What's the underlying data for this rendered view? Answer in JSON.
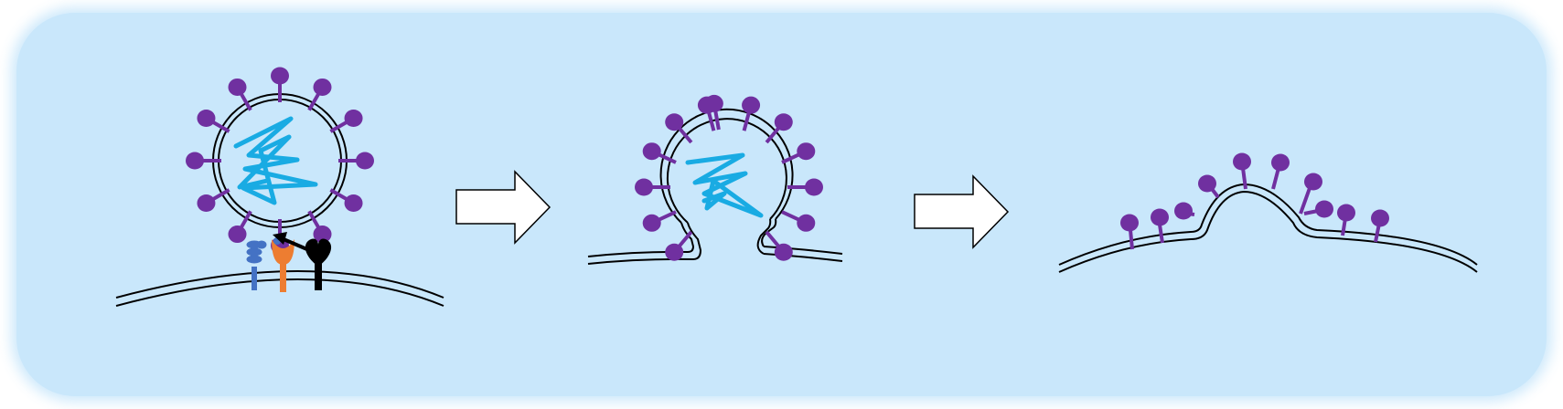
{
  "diagram": {
    "stages": [
      {
        "id": "attachment",
        "description_shown": false
      },
      {
        "id": "fusion",
        "description_shown": false
      },
      {
        "id": "fused",
        "description_shown": false
      }
    ],
    "colors": {
      "background": "#c9e7fb",
      "glycoprotein": "#7030a0",
      "genome": "#19abe3",
      "receptor_blue": "#4472c4",
      "receptor_orange": "#ed7d31",
      "receptor_black": "#000000",
      "membrane": "#000000",
      "arrow_fill": "#ffffff"
    },
    "icons": [
      "virion-icon",
      "rna-genome-icon",
      "receptor-icon",
      "right-arrow-icon",
      "cell-membrane-icon"
    ]
  }
}
